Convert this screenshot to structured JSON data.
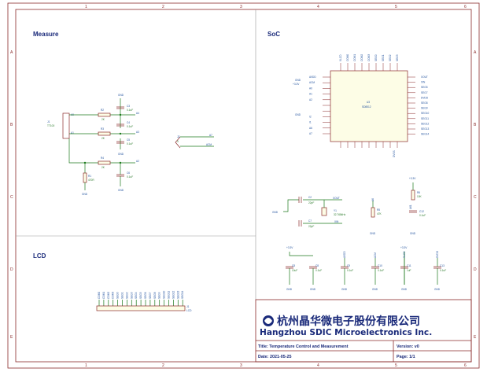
{
  "frame": {
    "top_numbers": [
      "1",
      "2",
      "3",
      "4",
      "5",
      "6"
    ],
    "bottom_numbers": [
      "1",
      "2",
      "3",
      "4",
      "5",
      "6"
    ],
    "left_letters": [
      "A",
      "B",
      "C",
      "D",
      "E"
    ],
    "right_letters": [
      "A",
      "B",
      "C",
      "D",
      "E"
    ]
  },
  "sections": {
    "measure": "Measure",
    "soc": "SoC",
    "lcd": "LCD"
  },
  "measure": {
    "j1_ref": "J1",
    "j1_value": "TT100",
    "r2_ref": "R2",
    "r2_value": "2K",
    "r3_ref": "R3",
    "r3_value": "2K",
    "r4_ref": "R4",
    "r4_value": "2K",
    "r1_ref": "R1",
    "r1_value": "470R",
    "c3_ref": "C3",
    "c3_value": "0.1uF",
    "c4_ref": "C4",
    "c4_value": "0.1uF",
    "c5_ref": "C5",
    "c5_value": "0.1uF",
    "c6_ref": "C6",
    "c6_value": "0.1uF",
    "net_a0": "A0",
    "net_a1": "A1",
    "net_a2": "A2",
    "net_a3": "A3",
    "net_a4": "A4",
    "gnd": "GND",
    "j2_ref": "J2",
    "j2_value": "X",
    "j2_net_a": "A7",
    "j2_net_b": "ACM"
  },
  "soc": {
    "u_ref": "U3",
    "u_name": "SD8512",
    "top_pins": [
      "VLCD",
      "COM0",
      "COM1",
      "COM2",
      "COM3",
      "SEG0",
      "SEG1",
      "SEG2",
      "SEG3"
    ],
    "left_pins": [
      "AVDD",
      "ACM",
      "A0",
      "A1",
      "A2",
      "",
      "",
      "I2",
      "I1",
      "A6",
      "A7"
    ],
    "right_pins": [
      "XOUT",
      "XIN",
      "SEG5",
      "SEG7",
      "DVDD",
      "SEG8",
      "SEG9",
      "SEG10",
      "SEG11",
      "SEG12",
      "SEG13",
      "SEG14"
    ],
    "bottom_pin": "DVSS",
    "pwr_gnd": "GND",
    "pwr_33v": "+3.3V",
    "gnd2": "GND"
  },
  "crystal": {
    "c2_ref": "C2",
    "c2_value": "22pF",
    "c7_ref": "C7",
    "c7_value": "22pF",
    "y1_ref": "Y1",
    "y1_value": "32.768kHz",
    "net_xout": "XOUT",
    "net_xin": "XIN",
    "gnd": "GND"
  },
  "misc_soc": {
    "r5_ref": "R5",
    "r5_value": "47K",
    "r5_net": "A6",
    "r6_ref": "R6",
    "r6_value": "10K",
    "r6_net": "A61",
    "pwr_33v": "+3.3V",
    "c12_ref": "C12",
    "c12_value": "0.1uF",
    "gnd": "GND"
  },
  "decoupling": {
    "pwr_a": "+3.3V",
    "pwr_b": "+3.3V",
    "nets": [
      "AVDD",
      "ACM",
      "VLCD",
      "DVDD"
    ],
    "caps": [
      {
        "ref": "C8",
        "value": "10uF"
      },
      {
        "ref": "C8",
        "value": "0.1uF"
      },
      {
        "ref": "C9",
        "value": "0.1uF"
      },
      {
        "ref": "C10",
        "value": "0.1uF"
      },
      {
        "ref": "C11",
        "value": "1uF"
      },
      {
        "ref": "C13",
        "value": "0.1uF"
      }
    ],
    "gnd": "GND"
  },
  "lcd": {
    "pins": [
      "COM0",
      "COM1",
      "COM2",
      "COM3",
      "SEG0",
      "SEG1",
      "SEG2",
      "SEG3",
      "SEG4",
      "SEG5",
      "SEG6",
      "SEG7",
      "SEG8",
      "SEG9",
      "SEG10",
      "SEG11",
      "SEG12",
      "SEG13",
      "SEG14"
    ],
    "ref": "J1",
    "name": "LCD"
  },
  "title_block": {
    "company_cn": "杭州晶华微电子股份有限公司",
    "company_en": "Hangzhou SDIC Microelectronics Inc.",
    "title": "Title: Temperature Control and Measurement",
    "version": "Version: v0",
    "date": "Date: 2021-05-25",
    "page": "Page: 1/1"
  }
}
